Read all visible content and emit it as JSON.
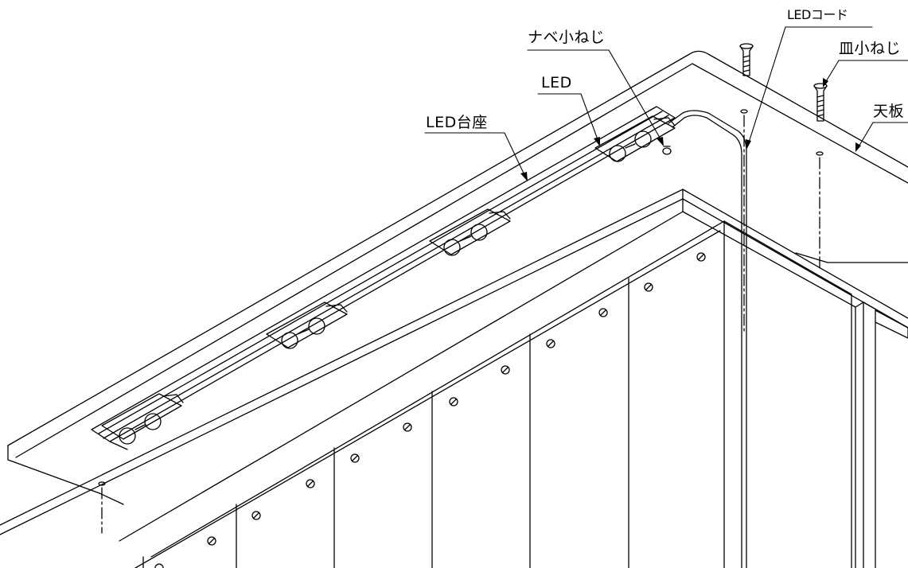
{
  "labels": {
    "pan_screw": "ナベ小ねじ",
    "led": "LED",
    "led_base": "LED台座",
    "led_cord": "LEDコード",
    "flat_screw": "皿小ねじ",
    "top_board": "天板"
  },
  "colors": {
    "line": "#000000",
    "background": "#ffffff"
  }
}
